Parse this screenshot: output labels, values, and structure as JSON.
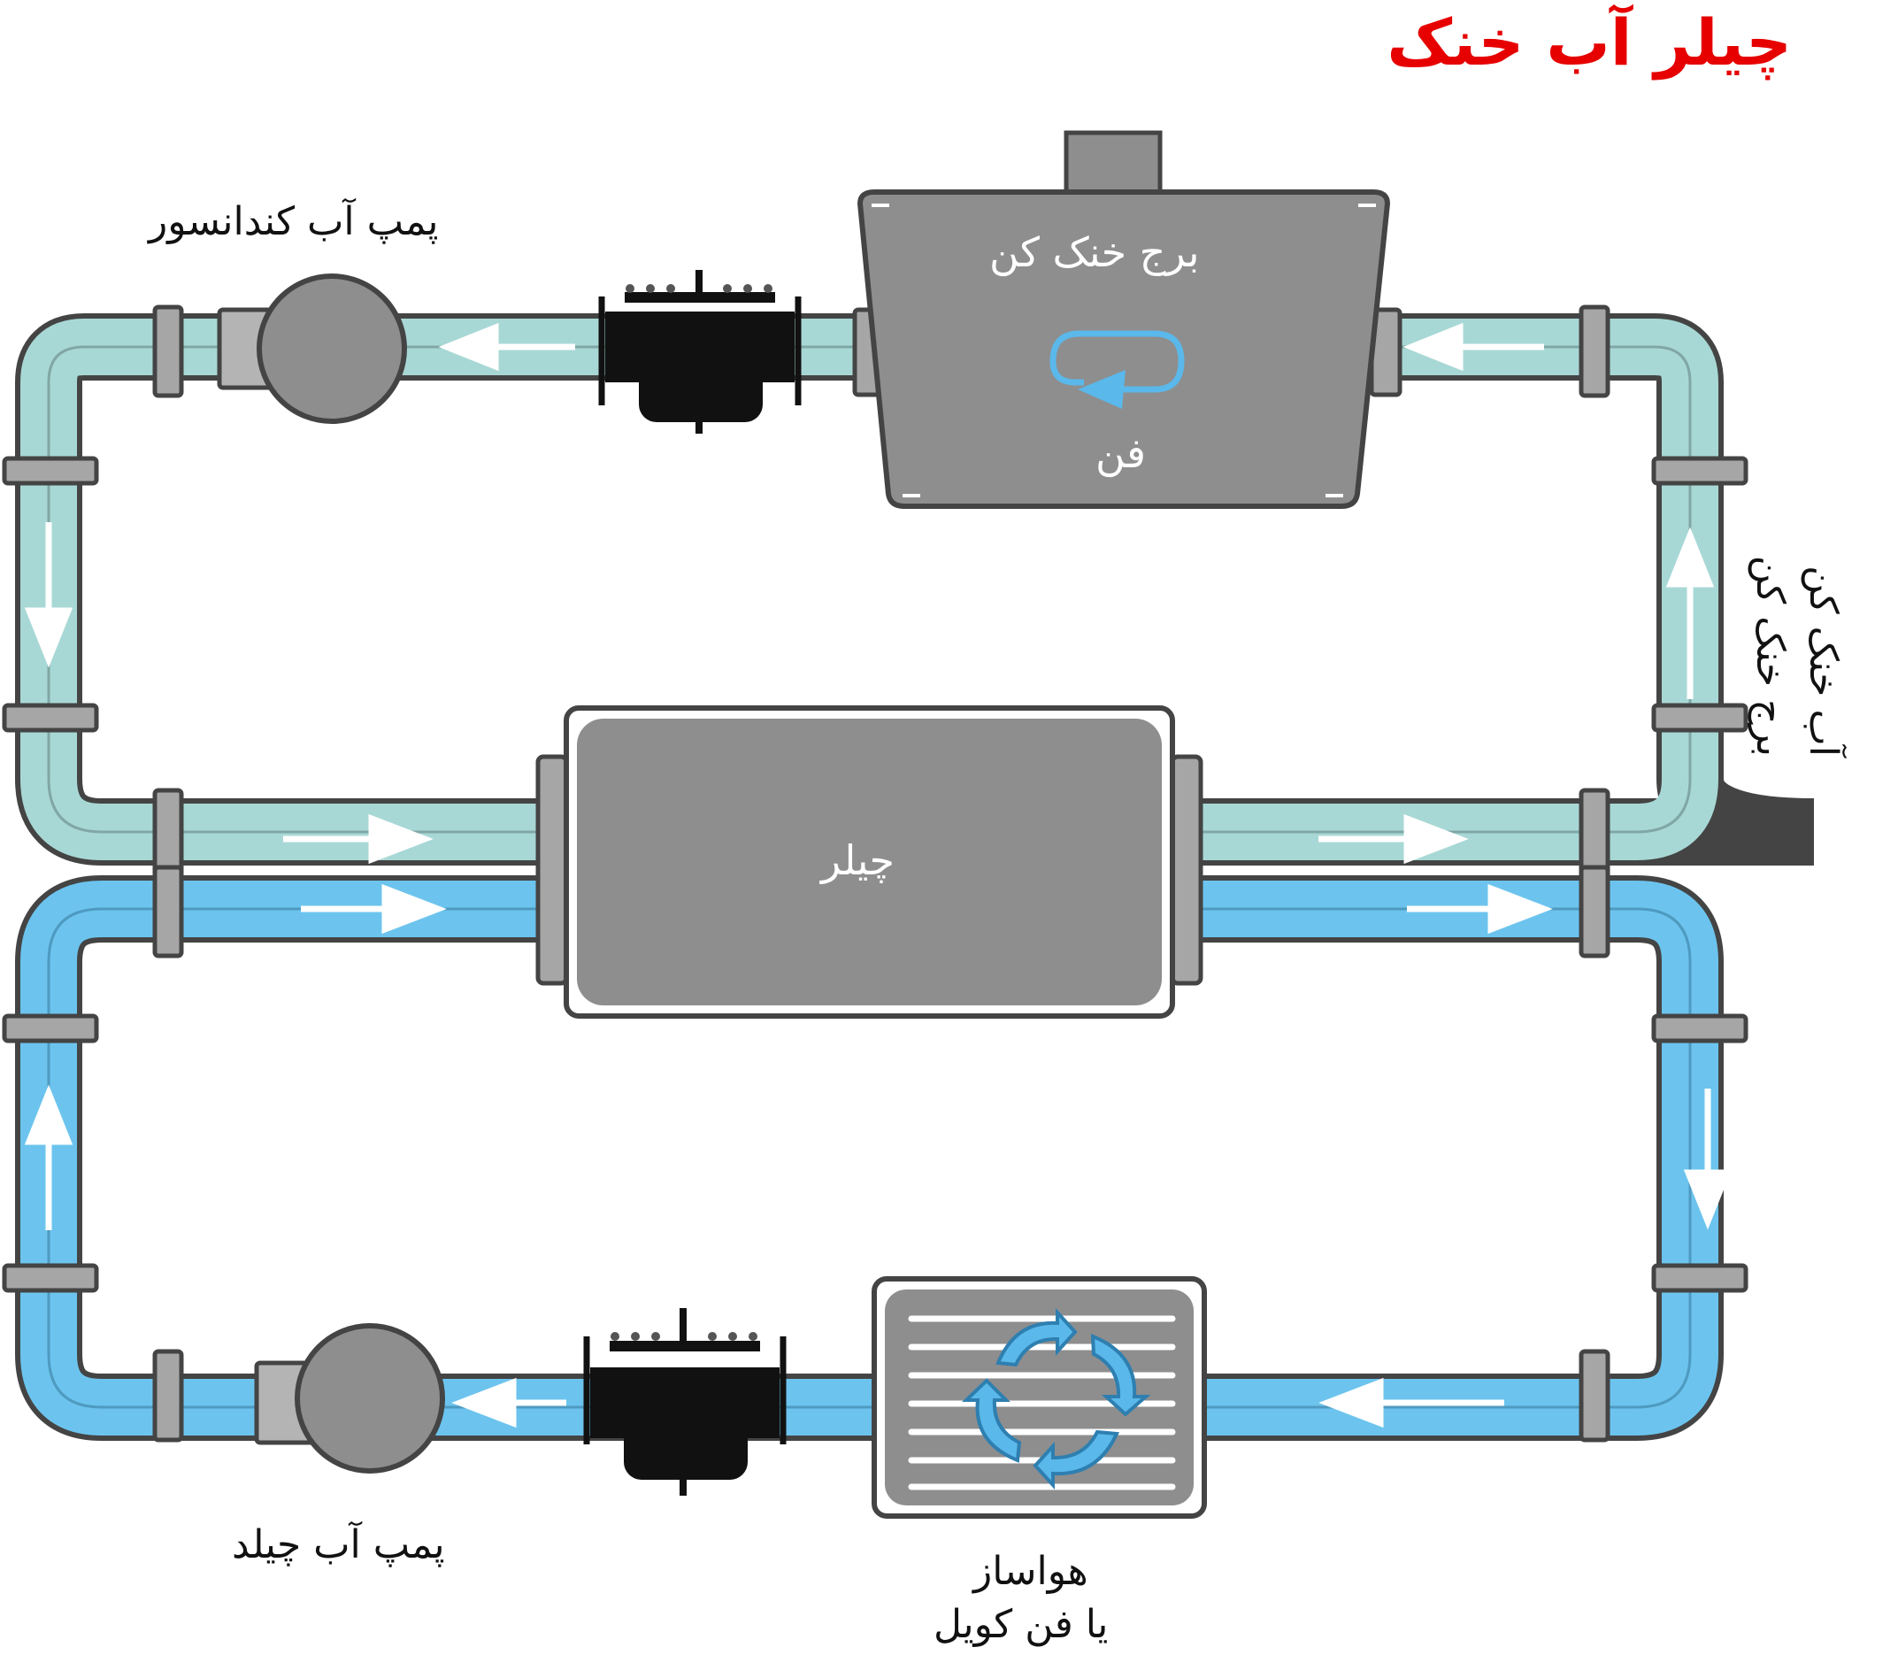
{
  "title": "چیلر آب خنک",
  "labels": {
    "condenser_pump": "پمپ آب کندانسور",
    "cooling_tower": "برج خنک کن",
    "fan": "فن",
    "chiller": "چیلر",
    "tower_water_line1": "آب خنک کن",
    "tower_water_line2": "برج خنک کن",
    "chilled_pump": "پمپ آب چیلد",
    "air_handler_line1": "هواساز",
    "air_handler_line2": "یا فن کویل"
  },
  "colors": {
    "title": "#e60000",
    "condenser_water": "#a8d8d5",
    "chilled_water": "#6cc4ee",
    "equipment_gray": "#8e8e8e",
    "outline": "#444444",
    "flow_arrow": "#ffffff",
    "rotation_arrow": "#5ab8ea",
    "strainer": "#111111"
  },
  "icons": {
    "fan_rotation": "rotation-arrow-icon",
    "air_circulation": "circular-arrows-icon",
    "strainer": "strainer-valve-icon",
    "pump": "pump-icon"
  }
}
